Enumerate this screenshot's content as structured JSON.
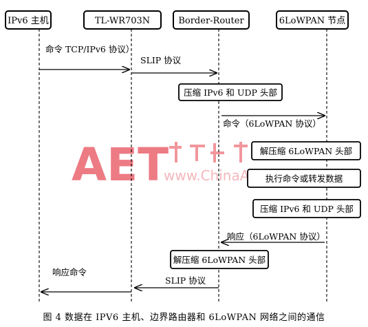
{
  "nodes": [
    {
      "id": "host",
      "label": "IPv6 主机"
    },
    {
      "id": "tl",
      "label": "TL-WR703N"
    },
    {
      "id": "br",
      "label": "Border-Router"
    },
    {
      "id": "node",
      "label": "6LoWPAN 节点"
    }
  ],
  "messages": [
    {
      "text": "命令 TCP/IPv6 协议）"
    },
    {
      "text": "SLIP 协议"
    },
    {
      "text": "命令（6LoWPAN 协议）"
    },
    {
      "text": "响应（6LoWPAN 协议）"
    },
    {
      "text": "SLIP 协议"
    },
    {
      "text": "响应命令"
    }
  ],
  "boxes": [
    {
      "text": "压缩 IPv6 和 UDP 头部"
    },
    {
      "text": "解压缩 6LoWPAN 头部"
    },
    {
      "text": "执行命令或转发数据"
    },
    {
      "text": "压缩 IPv6 和 UDP 头部"
    },
    {
      "text": "解压缩 6LoWPAN 头部"
    }
  ],
  "watermark": {
    "logo": "AET",
    "url": "www.ChinaAET.com",
    "colors": {
      "logo": "#e8505b",
      "url": "#f0a0a6"
    }
  },
  "caption": "图 4  数据在 IPV6 主机、边界路由器和 6LoWPAN 网络之间的通信"
}
